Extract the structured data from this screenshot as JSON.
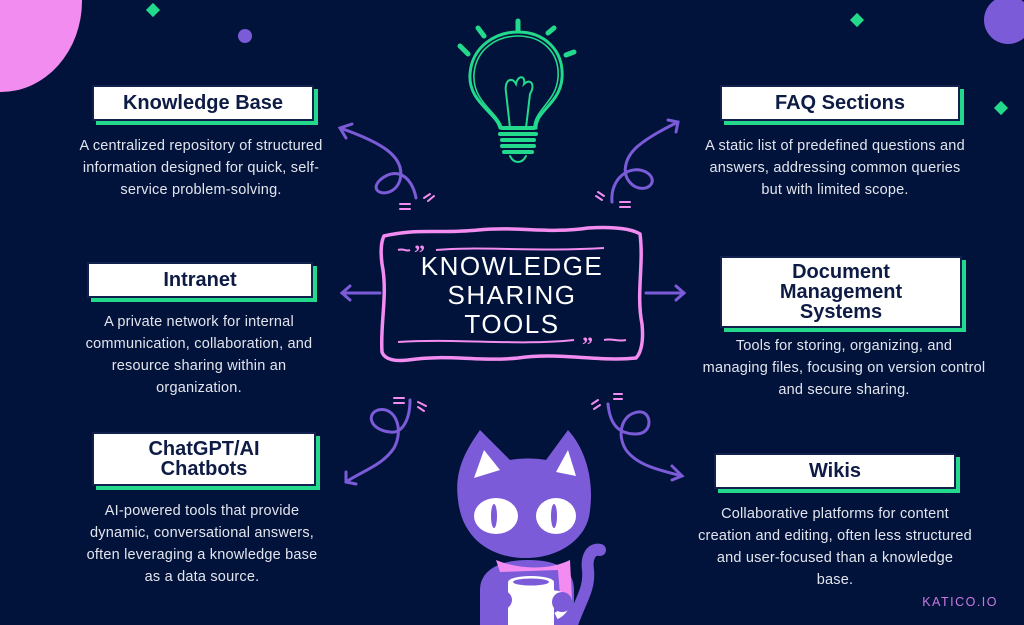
{
  "center": {
    "title_lines": [
      "KNOWLEDGE",
      "SHARING",
      "TOOLS"
    ]
  },
  "cards": [
    {
      "id": "knowledge-base",
      "title_lines": [
        "Knowledge Base"
      ],
      "description": "A centralized repository of structured information designed for quick, self-service problem-solving."
    },
    {
      "id": "faq-sections",
      "title_lines": [
        "FAQ Sections"
      ],
      "description": "A static list of predefined questions and answers, addressing common queries but with limited scope."
    },
    {
      "id": "intranet",
      "title_lines": [
        "Intranet"
      ],
      "description": "A private network for internal communication, collaboration, and resource sharing within an organization."
    },
    {
      "id": "document-management-systems",
      "title_lines": [
        "Document",
        "Management",
        "Systems"
      ],
      "description": "Tools for storing, organizing, and managing files, focusing on version control and secure sharing."
    },
    {
      "id": "chatgpt-ai-chatbots",
      "title_lines": [
        "ChatGPT/AI",
        "Chatbots"
      ],
      "description": "AI-powered tools that provide dynamic, conversational answers, often leveraging a knowledge base as a data source."
    },
    {
      "id": "wikis",
      "title_lines": [
        "Wikis"
      ],
      "description": "Collaborative platforms for content creation and editing, often less structured and user-focused than a knowledge base."
    }
  ],
  "footer": {
    "brand": "KATICO.IO"
  },
  "icons": {
    "top": "lightbulb-icon",
    "bottom": "cat-mascot-with-mug"
  },
  "colors": {
    "background": "#02133b",
    "accent_green": "#22d98c",
    "accent_purple": "#7b5bd8",
    "accent_pink": "#f28cf0",
    "title_text": "#0d1b45"
  }
}
